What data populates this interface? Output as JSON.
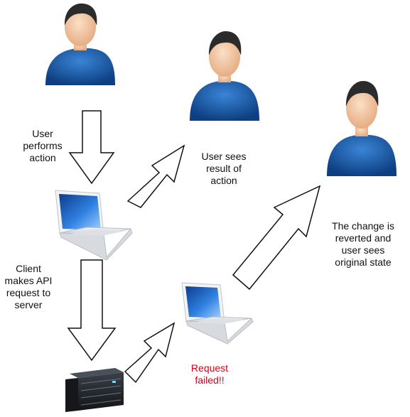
{
  "labels": {
    "user_performs_action": "User\nperforms\naction",
    "client_api_request": "Client\nmakes API\nrequest to\nserver",
    "user_sees_result": "User sees\nresult of\naction",
    "change_reverted": "The change is\nreverted and\nuser sees\noriginal state",
    "request_failed": "Request\nfailed!!"
  },
  "colors": {
    "shirt": "#1f5fae",
    "shirt_shadow": "#0e3f82",
    "skin": "#f3cba8",
    "hair": "#2b2b2b",
    "arrow_stroke": "#111111",
    "error_text": "#d0021b",
    "laptop_body": "#e9ecef",
    "laptop_screen": "#1e63c7",
    "server_body": "#23262b"
  }
}
